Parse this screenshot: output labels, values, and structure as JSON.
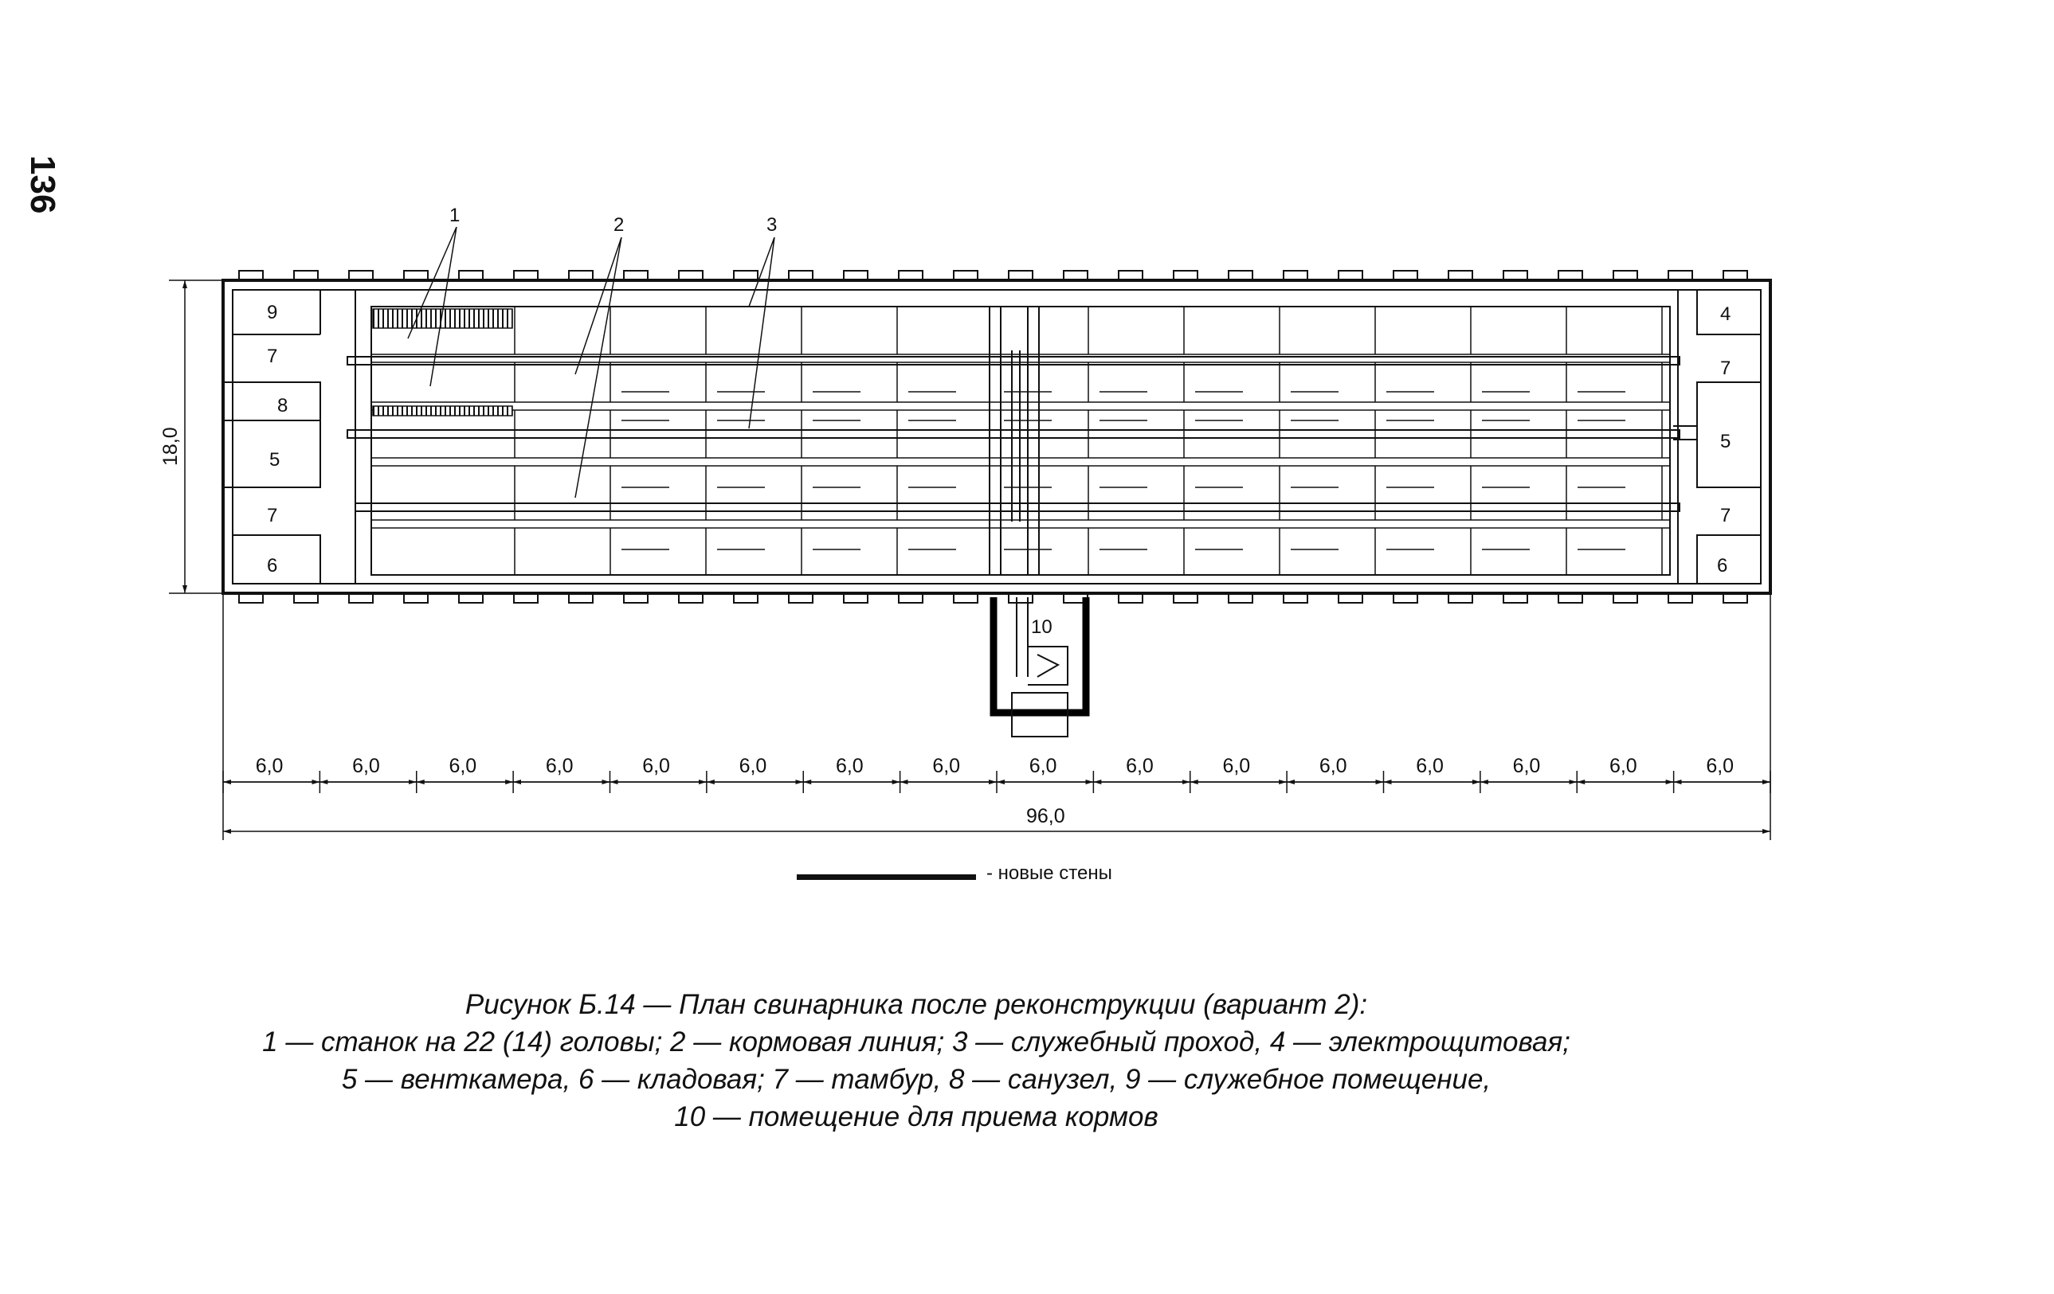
{
  "page": {
    "number": "136"
  },
  "plan": {
    "overall_depth": "18,0",
    "overall_length": "96,0",
    "bay_widths": [
      "6,0",
      "6,0",
      "6,0",
      "6,0",
      "6,0",
      "6,0",
      "6,0",
      "6,0",
      "6,0",
      "6,0",
      "6,0",
      "6,0",
      "6,0",
      "6,0",
      "6,0",
      "6,0"
    ],
    "callouts": [
      "1",
      "2",
      "3"
    ],
    "left_rooms": {
      "service": "9",
      "vestibule_top": "7",
      "wc": "8",
      "vent": "5",
      "vestibule_bottom": "7",
      "storage": "6"
    },
    "right_rooms": {
      "electrical": "4",
      "vestibule_top": "7",
      "vent": "5",
      "vestibule_bottom": "7",
      "storage": "6"
    },
    "feed_room": "10"
  },
  "legend": {
    "label": "- новые стены"
  },
  "caption": {
    "line1": "Рисунок Б.14 — План свинарника после реконструкции (вариант 2):",
    "line2": "1 — станок на 22 (14) головы; 2 — кормовая линия; 3 — служебный проход, 4 — электрощитовая;",
    "line3": "5 — венткамера, 6 — кладовая; 7 — тамбур, 8 — санузел, 9 — служебное помещение,",
    "line4": "10 — помещение для приема кормов"
  }
}
